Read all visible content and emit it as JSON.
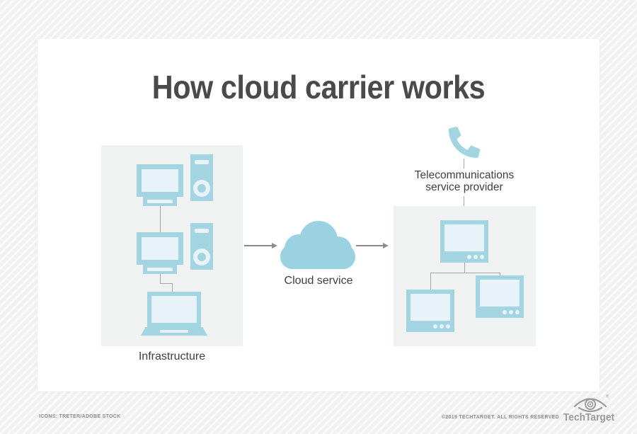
{
  "title": "How cloud carrier works",
  "diagram": {
    "infrastructure": {
      "label": "Infrastructure",
      "icons": [
        "desktop-computer-icon",
        "desktop-computer-icon",
        "laptop-icon"
      ]
    },
    "cloud": {
      "label": "Cloud service",
      "icon": "cloud-icon"
    },
    "telecom": {
      "label_line1": "Telecommunications",
      "label_line2": "service provider",
      "icon": "phone-handset-icon",
      "device_icons": [
        "tv-monitor-icon",
        "tv-monitor-icon",
        "tv-monitor-icon"
      ]
    },
    "flow": "Infrastructure -> Cloud service -> Telecommunications service provider"
  },
  "footer": {
    "credits": "ICONS: TRETER/ADOBE STOCK",
    "copyright": "©2019 TECHTARGET. ALL RIGHTS RESERVED",
    "brand": "TechTarget",
    "brand_mark": "®",
    "brand_icon": "eye-target-icon"
  },
  "colors": {
    "icon_blue": "#a2d4e2",
    "cloud_blue": "#9bd2e1",
    "screen_fill": "#e7f3f8",
    "panel_bg": "#f0f2f2",
    "title": "#4a4a4a",
    "label": "#3f3f3f",
    "connector": "#a6a6a6",
    "arrow": "#8c8c8c",
    "footer_text": "#8c8c8c",
    "logo_gray": "#9a9a9a",
    "card_bg": "#ffffff",
    "stripe_gray": "#f1f1f1",
    "stripe_light": "#fbfbfb"
  }
}
